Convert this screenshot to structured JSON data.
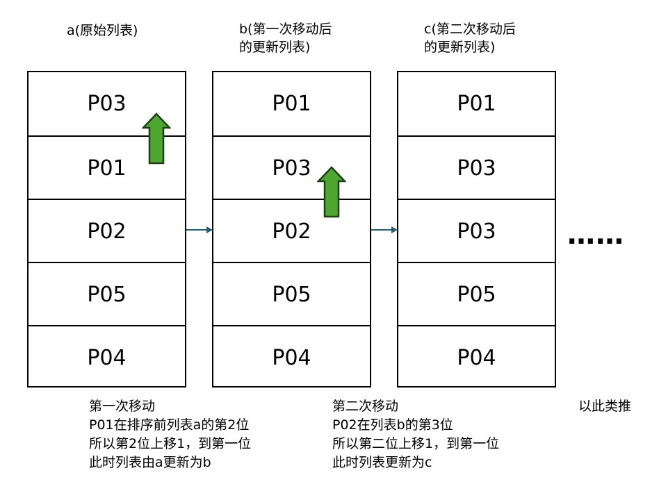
{
  "columns": [
    {
      "title_lines": [
        "a(原始列表)"
      ],
      "items": [
        "P03",
        "P01",
        "P02",
        "P05",
        "P04"
      ]
    },
    {
      "title_lines": [
        "b(第一次移动后",
        "的更新列表)"
      ],
      "items": [
        "P01",
        "P03",
        "P02",
        "P05",
        "P04"
      ]
    },
    {
      "title_lines": [
        "c(第二次移动后",
        "的更新列表)"
      ],
      "items": [
        "P01",
        "P03",
        "P03",
        "P05",
        "P04"
      ]
    }
  ],
  "ellipsis": "……",
  "notes": [
    {
      "lines": [
        "第一次移动",
        "P01在排序前列表a的第2位",
        "所以第2位上移1，到第一位",
        "此时列表由a更新为b"
      ]
    },
    {
      "lines": [
        "第二次移动",
        "P02在列表b的第3位",
        "所以第二位上移1，到第一位",
        "此时列表更新为c"
      ]
    },
    {
      "lines": [
        "以此类推"
      ]
    }
  ],
  "colors": {
    "up_arrow_fill": "#4ea72e",
    "up_arrow_stroke": "#1f3f16",
    "flow_arrow": "#1f5f7a"
  }
}
